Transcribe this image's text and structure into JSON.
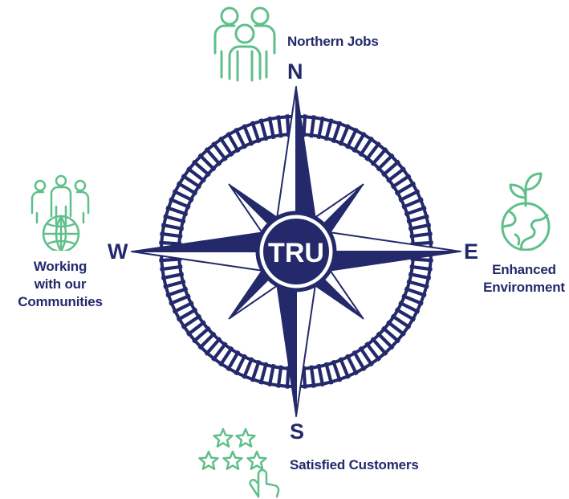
{
  "center_label": "TRU",
  "directions": {
    "north": "N",
    "south": "S",
    "east": "E",
    "west": "W"
  },
  "pillars": {
    "north": "Northern Jobs",
    "south": "Satisfied Customers",
    "east_line1": "Enhanced",
    "east_line2": "Environment",
    "west_line1": "Working",
    "west_line2": "with our",
    "west_line3": "Communities"
  },
  "colors": {
    "navy": "#23296b",
    "green": "#5fbf8a",
    "white": "#ffffff"
  },
  "icons": {
    "north": "people-group-icon",
    "east": "plant-globe-icon",
    "south": "star-rating-touch-icon",
    "west": "community-globe-icon"
  }
}
